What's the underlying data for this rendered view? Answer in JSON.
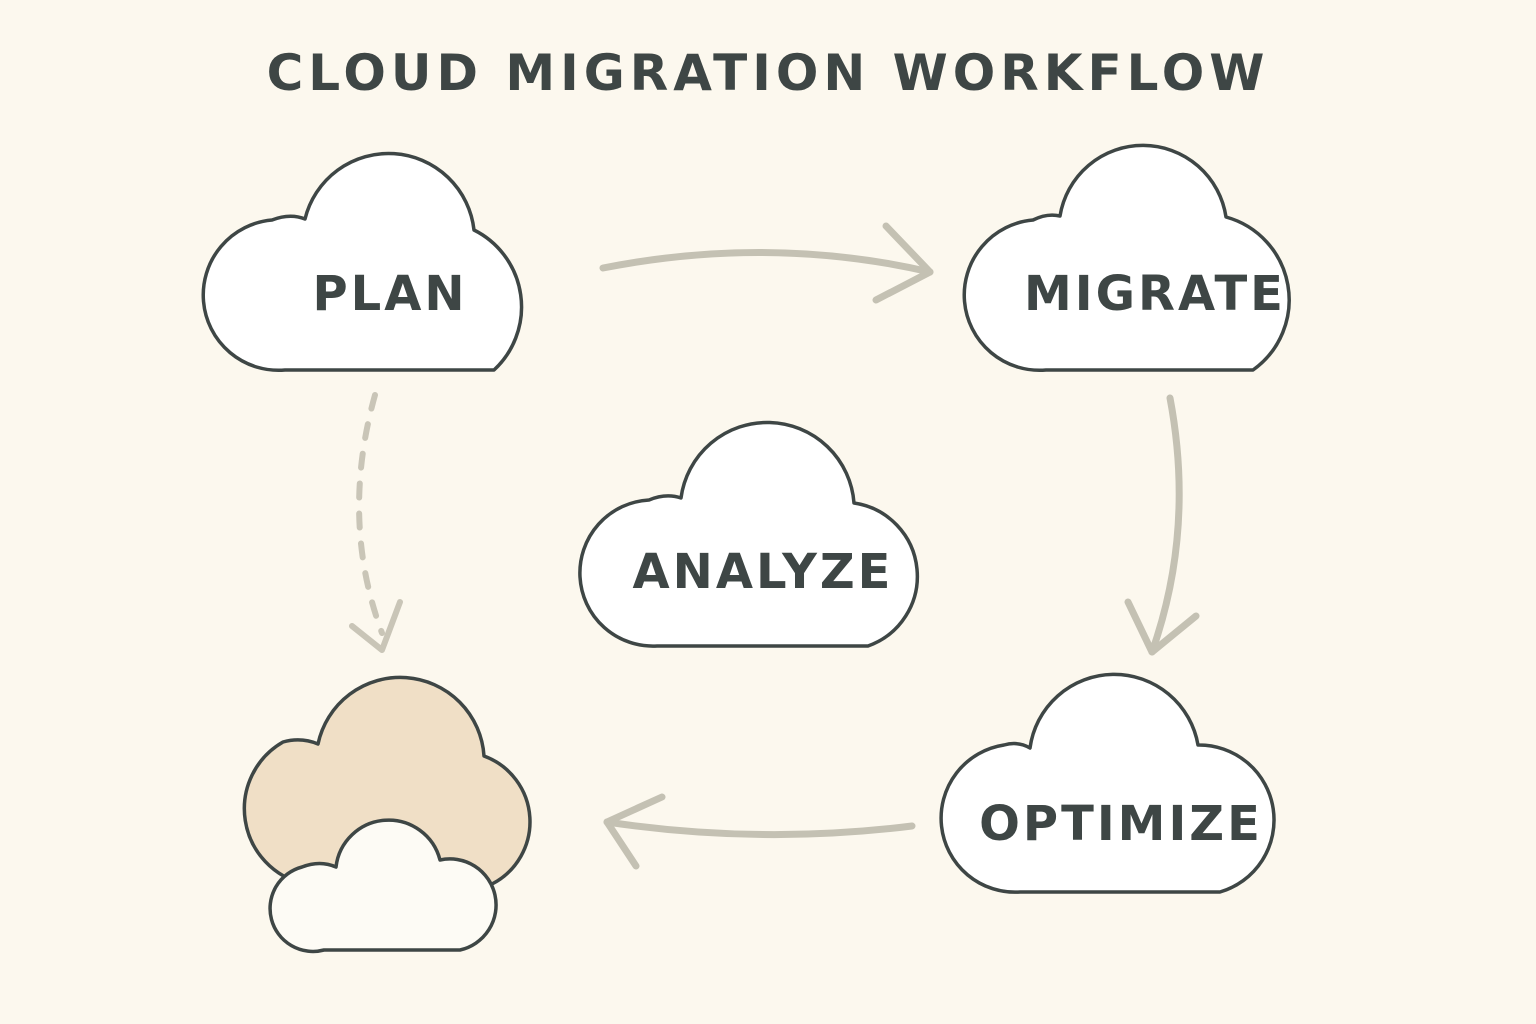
{
  "title": "CLOUD MIGRATION WORKFLOW",
  "nodes": {
    "plan": "PLAN",
    "migrate": "MIGRATE",
    "analyze": "ANALYZE",
    "optimize": "OPTIMIZE"
  },
  "colors": {
    "background": "#fcf8ee",
    "outline": "#3e4645",
    "arrow": "#c4c1b3",
    "cloud_fill": "#ffffff",
    "accent_cloud_fill": "#f0dfc6"
  },
  "icons": {
    "plan": "cloud-icon",
    "migrate": "cloud-icon",
    "analyze": "cloud-icon",
    "optimize": "cloud-icon",
    "destination": "layered-cloud-icon"
  }
}
